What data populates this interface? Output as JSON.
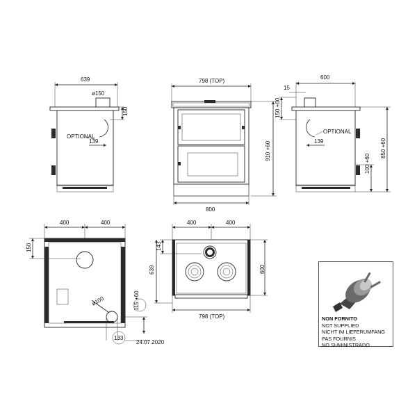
{
  "side_left": {
    "width": "639",
    "flue": "ø150",
    "flue_height": "150",
    "optional": "OPTIONAL",
    "optional_dim": "139"
  },
  "front": {
    "top_width": "798 (TOP)",
    "bottom_width": "800",
    "height": "910 +60"
  },
  "side_right": {
    "width": "600",
    "offset": "15",
    "flue_height": "150 +60",
    "optional": "OPTIONAL",
    "optional_dim": "139",
    "height_a": "100 +60",
    "height_b": "850 +60"
  },
  "rear": {
    "half_left": "400",
    "half_right": "400",
    "top_offset": "150",
    "hole": "ø100",
    "height": "115 +60",
    "bottom": "133",
    "date": "24.07.2020"
  },
  "plan": {
    "half_left": "400",
    "half_right": "400",
    "offset": "143",
    "depth_left": "639",
    "depth_right": "600",
    "top_width": "798 (TOP)"
  },
  "plug_note": {
    "icon": "plug-icon",
    "lines": [
      "NON FORNITO",
      "NOT SUPPLIED",
      "NICHT IM LIEFERUMFANG",
      "PAS FOURNIS",
      "NO SUMINISTRADO"
    ]
  }
}
